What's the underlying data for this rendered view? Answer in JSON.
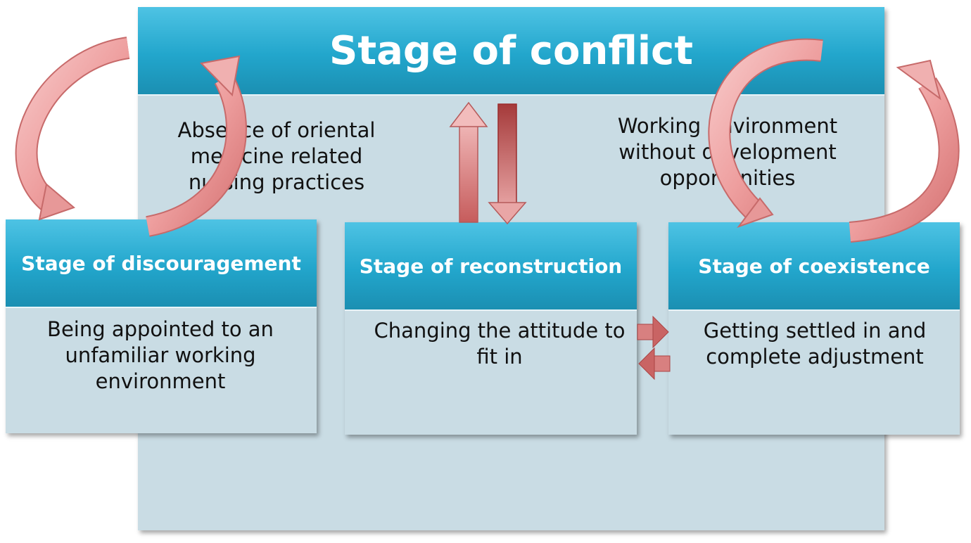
{
  "conflict": {
    "title": "Stage of conflict",
    "left_text": "Absence of oriental medicine related nursing practices",
    "right_text": "Working environment without development opportunities"
  },
  "discouragement": {
    "title": "Stage of discouragement",
    "text": "Being appointed to an unfamiliar working environment"
  },
  "reconstruction": {
    "title": "Stage of reconstruction",
    "text": "Changing the attitude to fit in"
  },
  "coexistence": {
    "title": "Stage of coexistence",
    "text": "Getting settled in and complete adjustment"
  },
  "colors": {
    "header": "#22a6cc",
    "panel": "#c9dce4",
    "arrow_fill": "#f2b4b4",
    "arrow_dark": "#9b2c2c"
  }
}
